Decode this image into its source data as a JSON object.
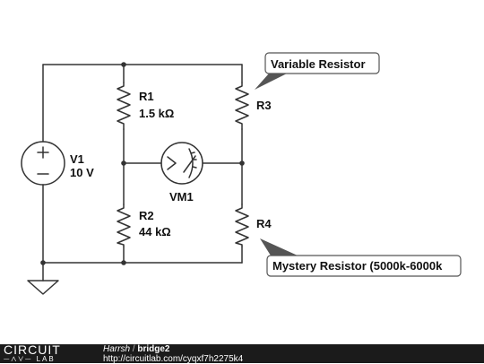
{
  "components": {
    "v1": {
      "name": "V1",
      "value": "10 V"
    },
    "r1": {
      "name": "R1",
      "value": "1.5 kΩ"
    },
    "r2": {
      "name": "R2",
      "value": "44 kΩ"
    },
    "r3": {
      "name": "R3"
    },
    "r4": {
      "name": "R4"
    },
    "vm1": {
      "name": "VM1"
    }
  },
  "callouts": {
    "top": "Variable Resistor",
    "bottom": "Mystery Resistor (5000k-6000k"
  },
  "footer": {
    "logo_top": "CIRCUIT",
    "logo_bottom": "LAB",
    "user": "Harrsh",
    "separator": "/",
    "project": "bridge2",
    "url": "http://circuitlab.com/cyqxf7h2275k4"
  }
}
